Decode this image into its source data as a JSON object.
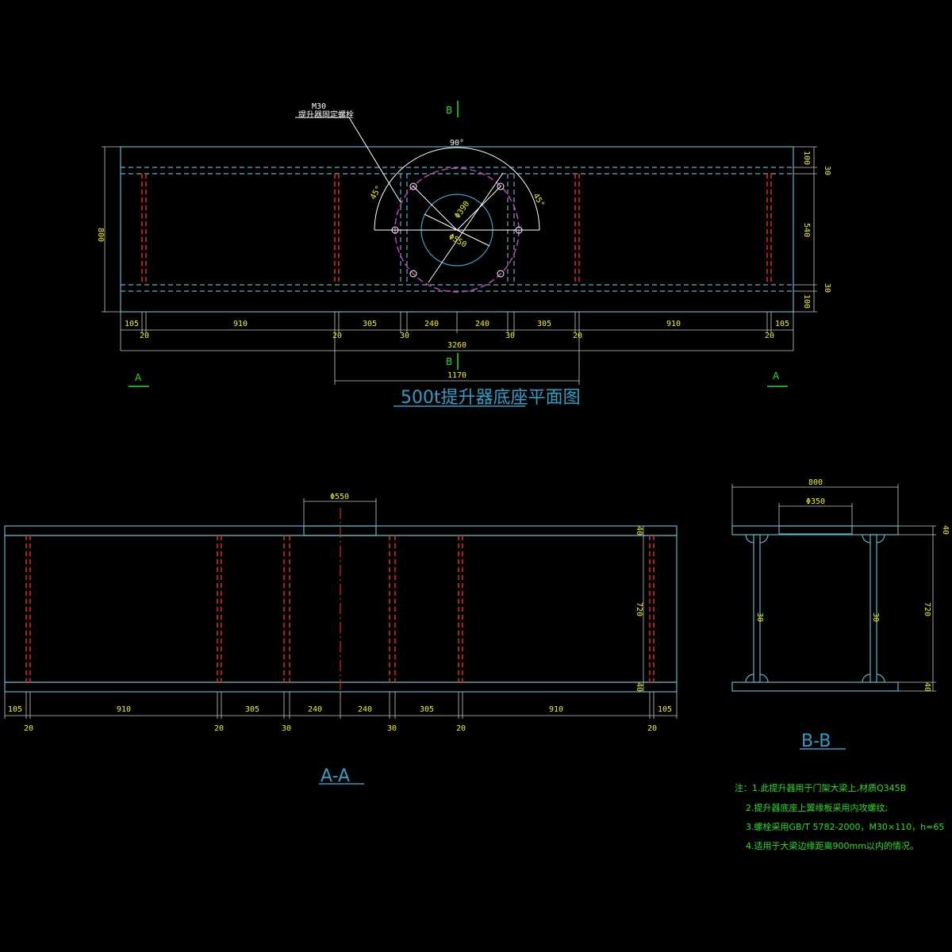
{
  "plan": {
    "title": "500t提升器底座平面图",
    "section_mark": "B",
    "section_mark_a": "A",
    "leader_label_1": "M30",
    "leader_label_2": "提升器固定螺栓",
    "angle_top": "90°",
    "angle_left": "45°",
    "angle_right": "45°",
    "dia_1": "Φ390",
    "dia_2": "Φ550",
    "height_total": "800",
    "right_dims": [
      "100",
      "30",
      "540",
      "30",
      "100"
    ],
    "bottom_dims": [
      "105",
      "910",
      "305",
      "240",
      "240",
      "305",
      "910",
      "105"
    ],
    "bottom_small_dims": [
      "20",
      "20",
      "30",
      "30",
      "20",
      "20"
    ],
    "total_width": "3260",
    "mid_width": "1170"
  },
  "section_aa": {
    "title": "A-A",
    "top_dim": "Φ550",
    "right_dims": [
      "40",
      "720",
      "40"
    ],
    "bottom_dims": [
      "105",
      "910",
      "305",
      "240",
      "240",
      "305",
      "910",
      "105"
    ],
    "bottom_small_dims": [
      "20",
      "20",
      "30",
      "30",
      "20",
      "20"
    ]
  },
  "section_bb": {
    "title": "B-B",
    "top_dim": "800",
    "inner_dim": "Φ350",
    "web_left": "30",
    "web_right": "30",
    "right_dims": [
      "40",
      "720",
      "40"
    ]
  },
  "notes": {
    "line1": "注：1.此提升器用于门架大梁上,材质Q345B",
    "line2": "2.提升器底座上翼缘板采用内攻螺纹;",
    "line3": "3.螺栓采用GB/T 5782-2000，M30×110，h=65",
    "line4": "4.适用于大梁边缘距离900mm以内的情况。"
  },
  "colors": {
    "background": "#000000",
    "outline": "#5ab4c8",
    "ribs": "#e02020",
    "dimension_text": "#f2f200",
    "section_marks": "#20e020",
    "bolt_circle": "#d040c8",
    "title": "#2aa0c8"
  }
}
